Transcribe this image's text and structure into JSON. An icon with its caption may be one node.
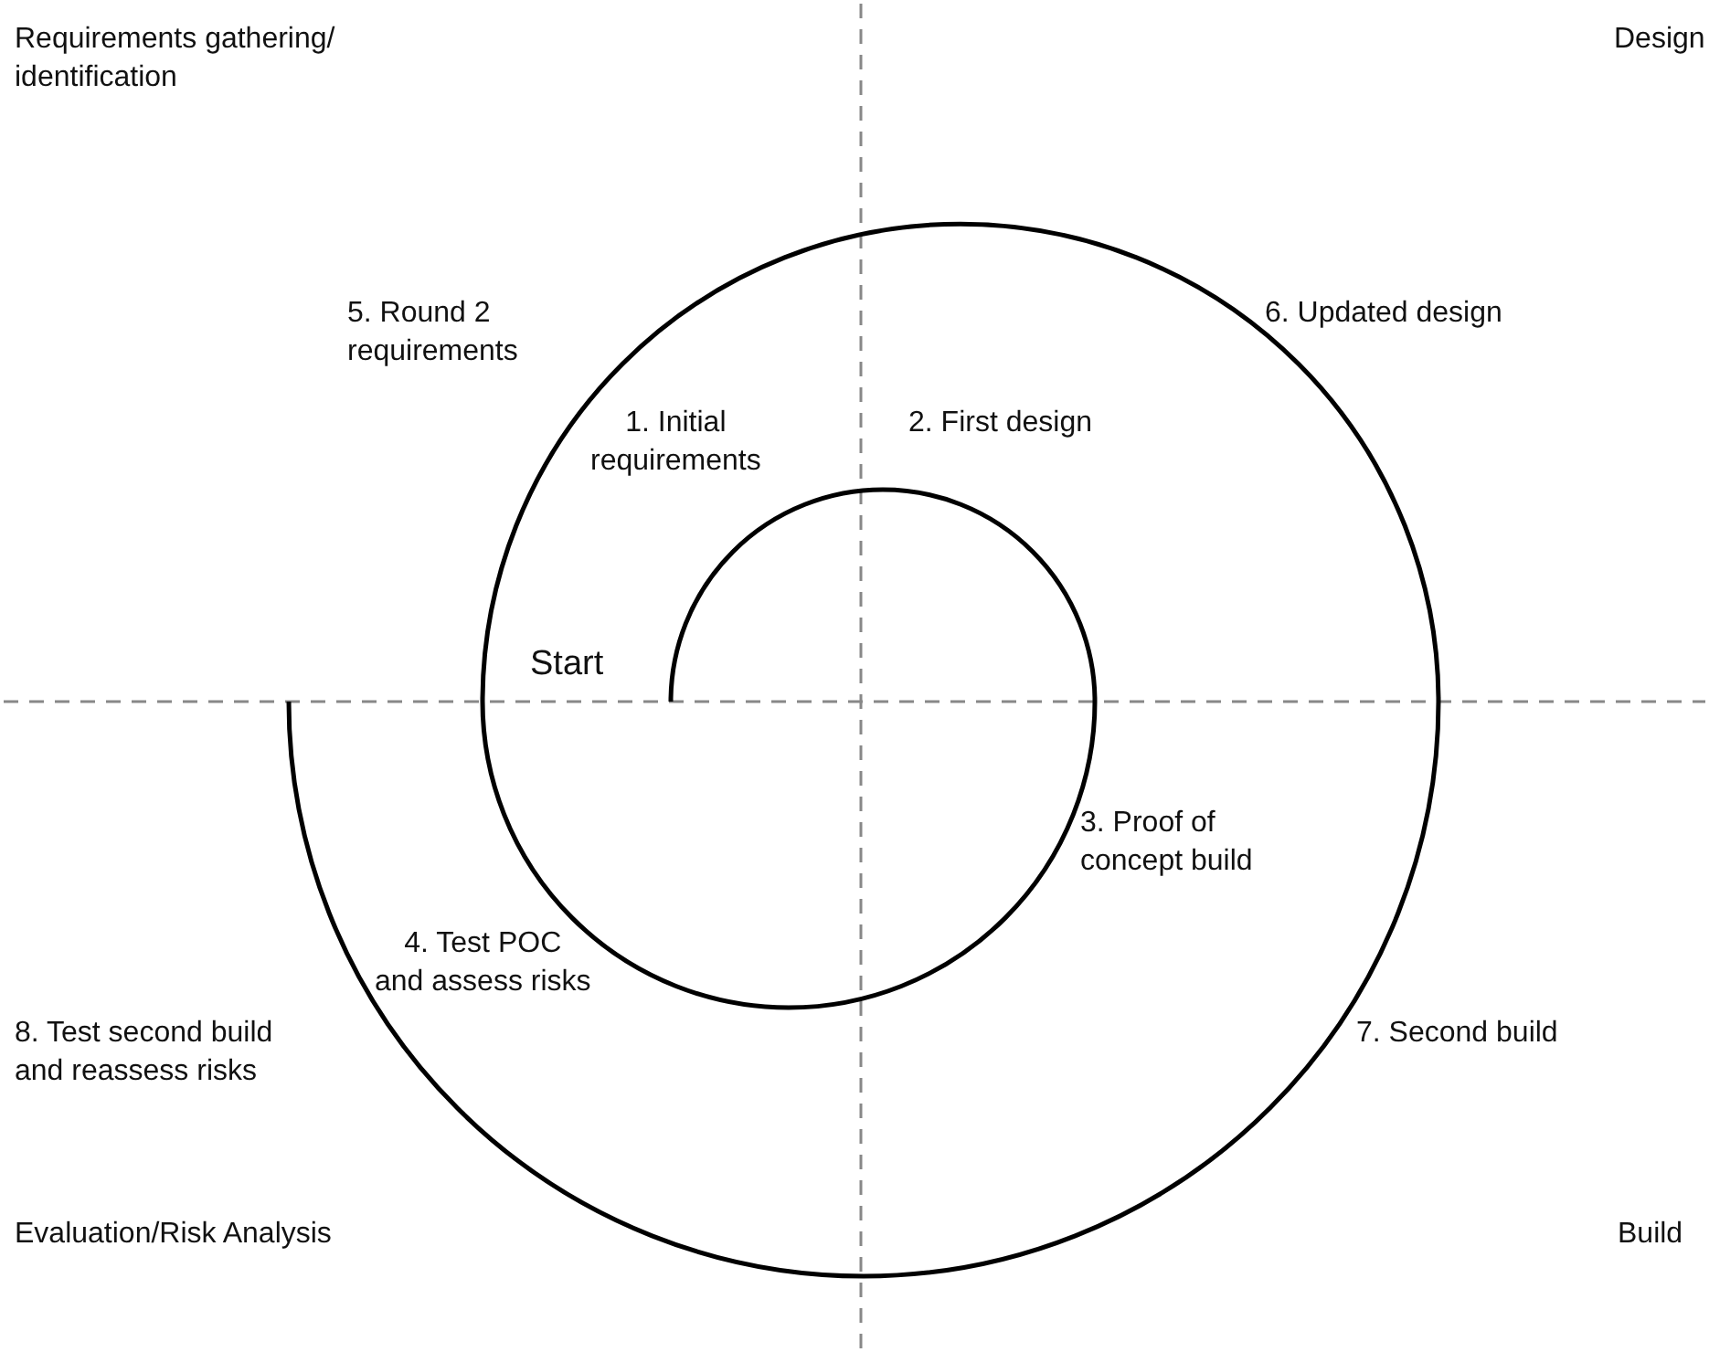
{
  "diagram": {
    "labels": [
      "Requirements gathering/ identification",
      "Design",
      "5. Round 2 requirements",
      "6. Updated design",
      "1. Initial requirements",
      "2. First design",
      "Start",
      "3. Proof of concept build",
      "4. Test POC and assess risks",
      "8. Test second build and reassess risks",
      "7. Second build",
      "Evaluation/Risk Analysis",
      "Build"
    ]
  }
}
